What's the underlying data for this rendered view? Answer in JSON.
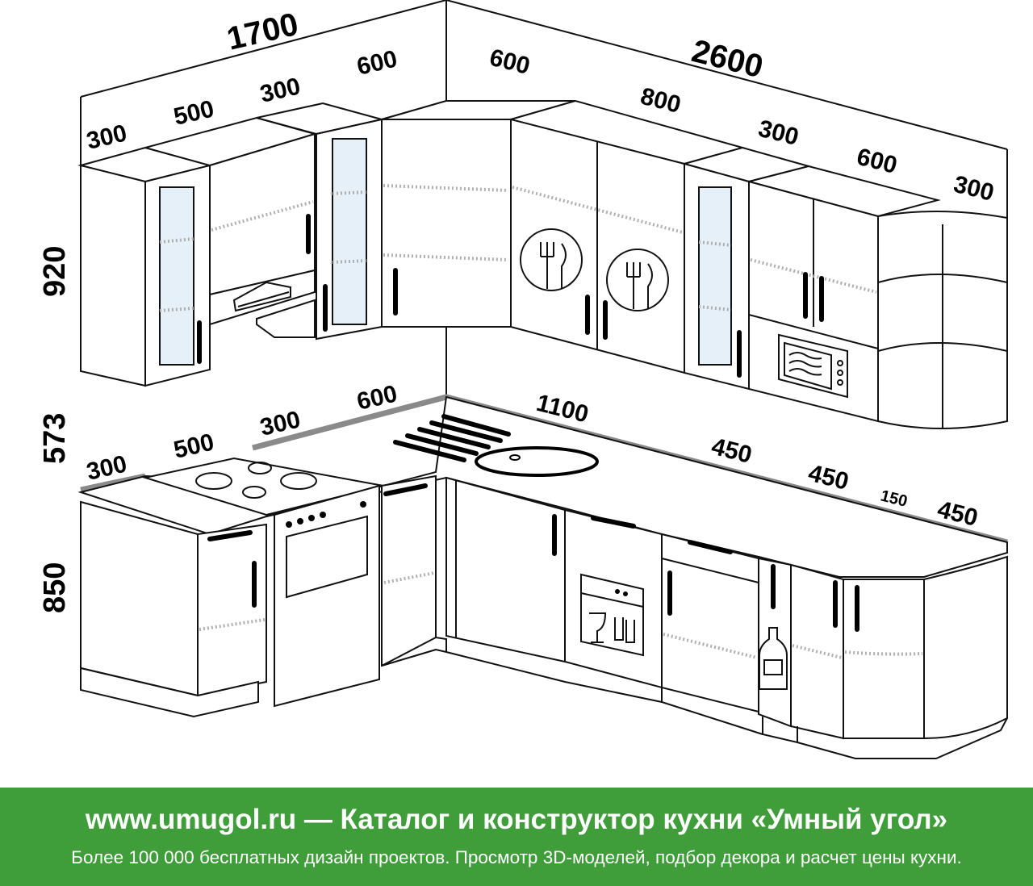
{
  "dimensions": {
    "top_left_total": "1700",
    "top_right_total": "2600",
    "upper_left": [
      "300",
      "500",
      "300",
      "600"
    ],
    "upper_right": [
      "600",
      "800",
      "300",
      "600",
      "300"
    ],
    "lower_left": [
      "300",
      "500",
      "300",
      "600"
    ],
    "lower_right": [
      "1100",
      "450",
      "450",
      "150",
      "450"
    ],
    "height_upper": "920",
    "height_gap": "573",
    "height_lower": "850"
  },
  "banner": {
    "headline": "www.umugol.ru — Каталог и конструктор кухни «Умный угол»",
    "subline": "Более 100 000 бесплатных дизайн проектов. Просмотр 3D-моделей, подбор декора и расчет цены кухни."
  },
  "colors": {
    "banner_bg": "#3f9d3a",
    "banner_text": "#ffffff"
  }
}
